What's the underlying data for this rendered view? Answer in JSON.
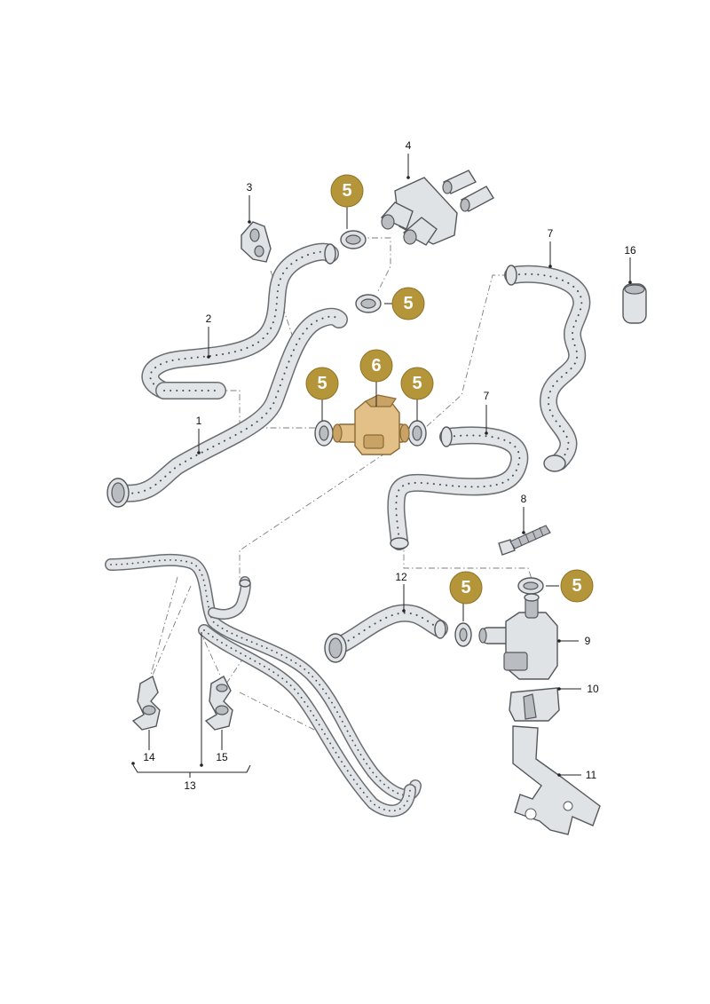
{
  "labels": {
    "l1": "1",
    "l2": "2",
    "l3": "3",
    "l4": "4",
    "l6": "6",
    "l7a": "7",
    "l7b": "7",
    "l8": "8",
    "l9": "9",
    "l10": "10",
    "l11": "11",
    "l12": "12",
    "l13": "13",
    "l14": "14",
    "l15": "15",
    "l16": "16"
  },
  "badges": {
    "b5_top": "5",
    "b5_mid": "5",
    "b5_left": "5",
    "b5_right": "5",
    "b5_pump_left": "5",
    "b5_pump_right": "5",
    "b6": "6"
  },
  "colors": {
    "badge_fill": "#b5953a",
    "valve_fill": "#e3c088",
    "hose_fill": "#dfe3e6"
  }
}
